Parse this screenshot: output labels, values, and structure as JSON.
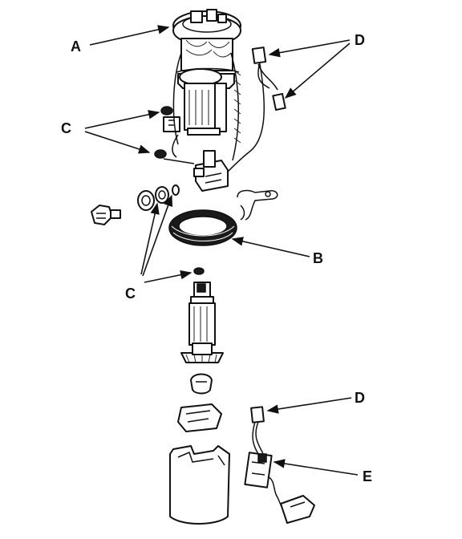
{
  "labels": {
    "a": "A",
    "b": "B",
    "c_top": "C",
    "c_bottom": "C",
    "d_top": "D",
    "d_bottom": "D",
    "e": "E"
  },
  "colors": {
    "ink": "#111111",
    "paper": "#ffffff"
  }
}
